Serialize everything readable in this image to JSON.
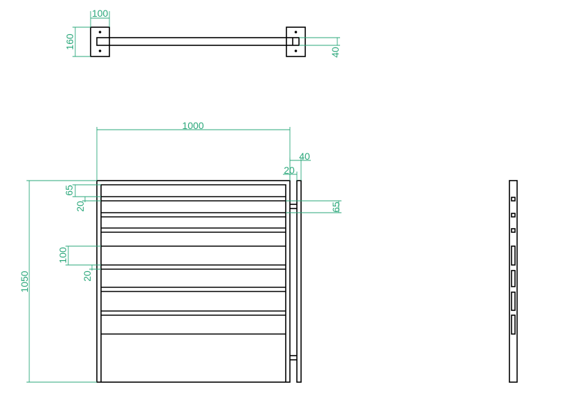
{
  "colors": {
    "line": "#000000",
    "dimension": "#2aa77a",
    "background": "#ffffff"
  },
  "top_view": {
    "bracket_width": "100",
    "bracket_height": "160",
    "bar_thickness": "40"
  },
  "front_view": {
    "overall_width": "1000",
    "overall_height": "1050",
    "top_bar_height": "65",
    "bar_gap": "20",
    "section_bar_height": "100",
    "section_gap": "20"
  },
  "side_view": {
    "depth": "40",
    "post_width": "20",
    "bar_height": "65"
  }
}
